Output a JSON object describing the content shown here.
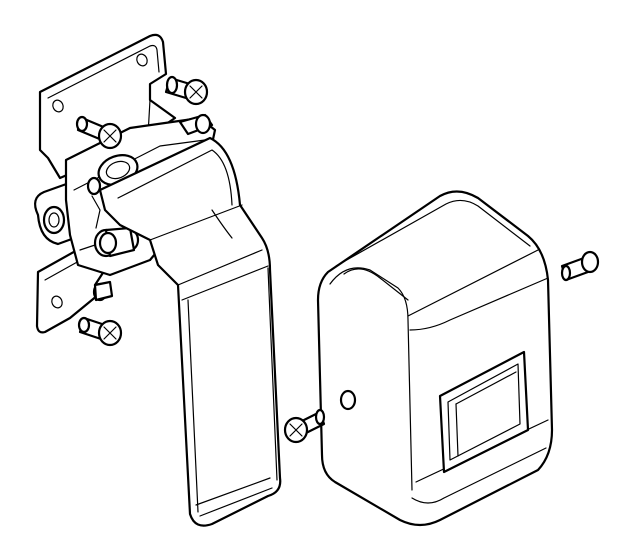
{
  "figure": {
    "parts": [
      "mounting-plate",
      "lever-handle",
      "cover-housing",
      "screw",
      "screw",
      "screw",
      "screw",
      "screw",
      "screw"
    ]
  }
}
